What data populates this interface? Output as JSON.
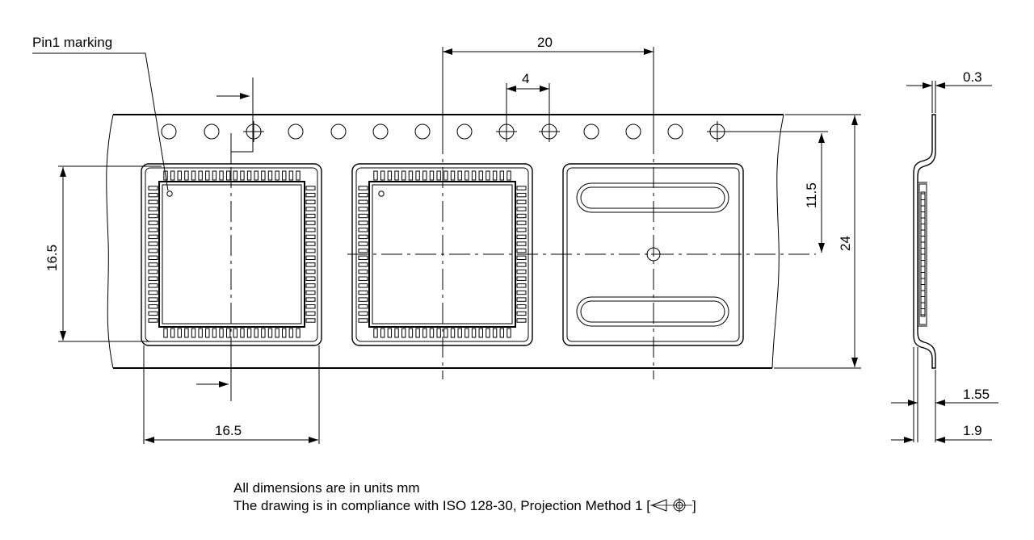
{
  "drawing": {
    "pin1_label": "Pin1 marking",
    "dimensions": {
      "pitch_pockets": "20",
      "pitch_holes": "4",
      "tape_thickness": "0.3",
      "hole_to_center": "11.5",
      "tape_width": "24",
      "pocket_height": "16.5",
      "pocket_width": "16.5",
      "pocket_depth_inner": "1.55",
      "pocket_depth_outer": "1.9"
    }
  },
  "notes": {
    "units": "All dimensions are in units mm",
    "compliance_prefix": "The drawing is in compliance with ISO 128-30, Projection Method 1 [",
    "compliance_suffix": "]"
  },
  "icons": {
    "projection_symbol": "first-angle-projection-icon"
  }
}
